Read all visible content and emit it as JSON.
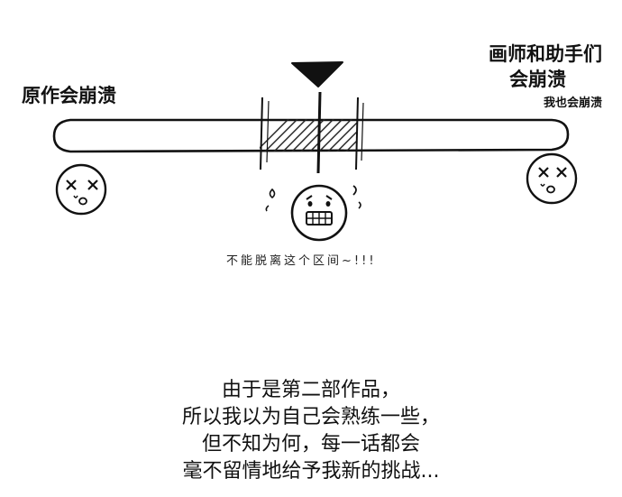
{
  "labels": {
    "original_author": "原作会崩溃",
    "artists_line1": "画师和助手们",
    "artists_line2": "会崩溃",
    "me_too": "我也会崩溃"
  },
  "handwritten_note": "不能脱离这个区间~!!!",
  "caption": [
    "由于是第二部作品，",
    "所以我以为自己会熟练一些，",
    "但不知为何，每一话都会",
    "毫不留情地给予我新的挑战..."
  ],
  "colors": {
    "ink": "#111111",
    "background": "#ffffff"
  },
  "icons": {
    "marker": "down-triangle-icon",
    "left_face": "dizzy-face-icon",
    "right_face": "dizzy-face-icon",
    "center_face": "nervous-face-icon"
  }
}
